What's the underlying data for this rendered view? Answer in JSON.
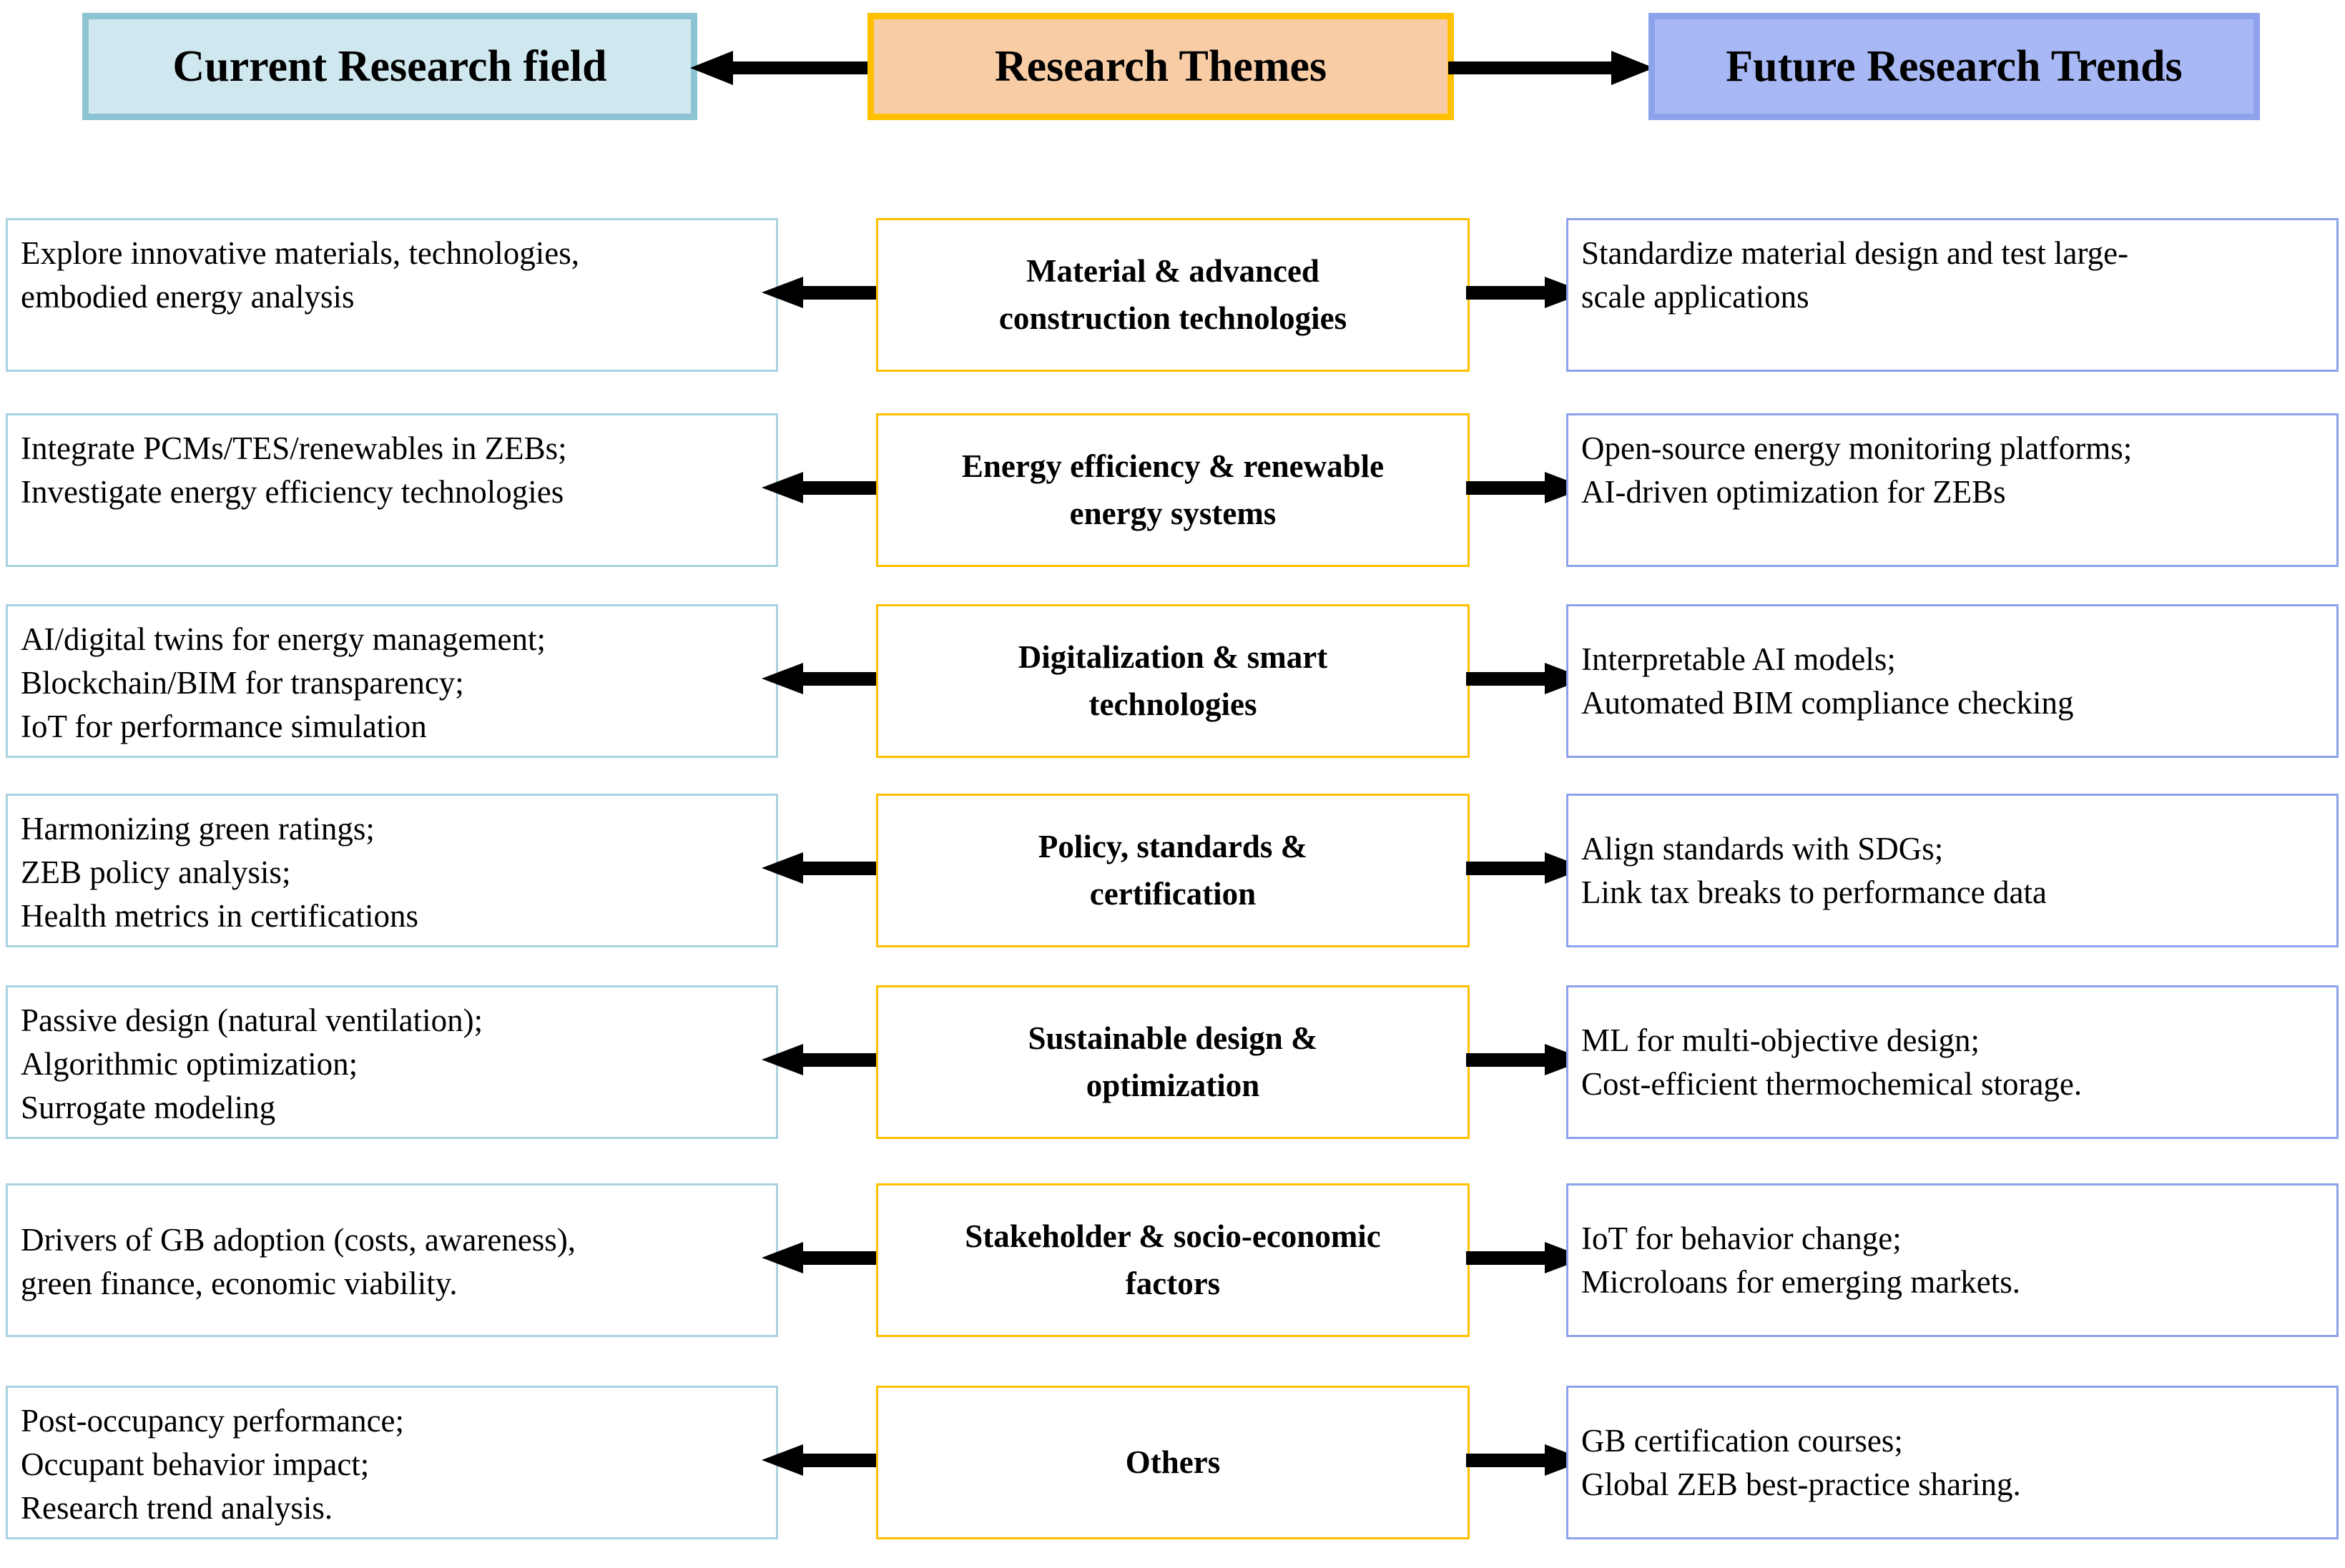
{
  "header": {
    "left": {
      "label": "Current Research field",
      "fill": "#cfe7ee",
      "border": "#8cc4d4"
    },
    "center": {
      "label": "Research Themes",
      "fill": "#f8cda6",
      "border": "#ffc000"
    },
    "right": {
      "label": "Future Research Trends",
      "fill": "#a8b8f5",
      "border": "#8ea2ec"
    },
    "arrow_left_name": "arrow-left-icon",
    "arrow_right_name": "arrow-right-icon"
  },
  "rows": [
    {
      "theme": [
        "Material & advanced",
        "construction technologies"
      ],
      "current": [
        "Explore innovative materials, technologies,",
        "embodied energy analysis"
      ],
      "future": [
        "Standardize material design and test large-",
        "scale applications"
      ]
    },
    {
      "theme": [
        "Energy efficiency & renewable",
        "energy systems"
      ],
      "current": [
        "Integrate PCMs/TES/renewables in ZEBs;",
        "Investigate energy efficiency technologies"
      ],
      "future": [
        "Open-source energy monitoring platforms;",
        "AI-driven optimization for ZEBs"
      ]
    },
    {
      "theme": [
        "Digitalization & smart",
        "technologies"
      ],
      "current": [
        "AI/digital twins for energy management;",
        "Blockchain/BIM for transparency;",
        "IoT for performance simulation"
      ],
      "future": [
        "Interpretable AI models;",
        "Automated BIM compliance checking"
      ]
    },
    {
      "theme": [
        "Policy, standards &",
        "certification"
      ],
      "current": [
        "Harmonizing green ratings;",
        "ZEB policy analysis;",
        "Health metrics in certifications"
      ],
      "future": [
        "Align standards with SDGs;",
        "Link tax breaks to performance data"
      ]
    },
    {
      "theme": [
        "Sustainable design &",
        "optimization"
      ],
      "current": [
        "Passive design (natural ventilation);",
        "Algorithmic optimization;",
        "Surrogate modeling"
      ],
      "future": [
        "ML for multi-objective design;",
        "Cost-efficient thermochemical storage."
      ]
    },
    {
      "theme": [
        "Stakeholder & socio-economic",
        "factors"
      ],
      "current": [
        "Drivers of GB adoption (costs, awareness),",
        "green finance, economic viability."
      ],
      "future": [
        "IoT for behavior change;",
        "Microloans for emerging markets."
      ]
    },
    {
      "theme": [
        "Others"
      ],
      "current": [
        "Post-occupancy performance;",
        "Occupant behavior impact;",
        "Research trend analysis."
      ],
      "future": [
        "GB certification courses;",
        "Global ZEB best-practice sharing."
      ]
    }
  ],
  "colors": {
    "left_border": "#a9d3df",
    "center_border": "#ffc000",
    "right_border": "#8ea2ec",
    "arrow": "#000000"
  }
}
